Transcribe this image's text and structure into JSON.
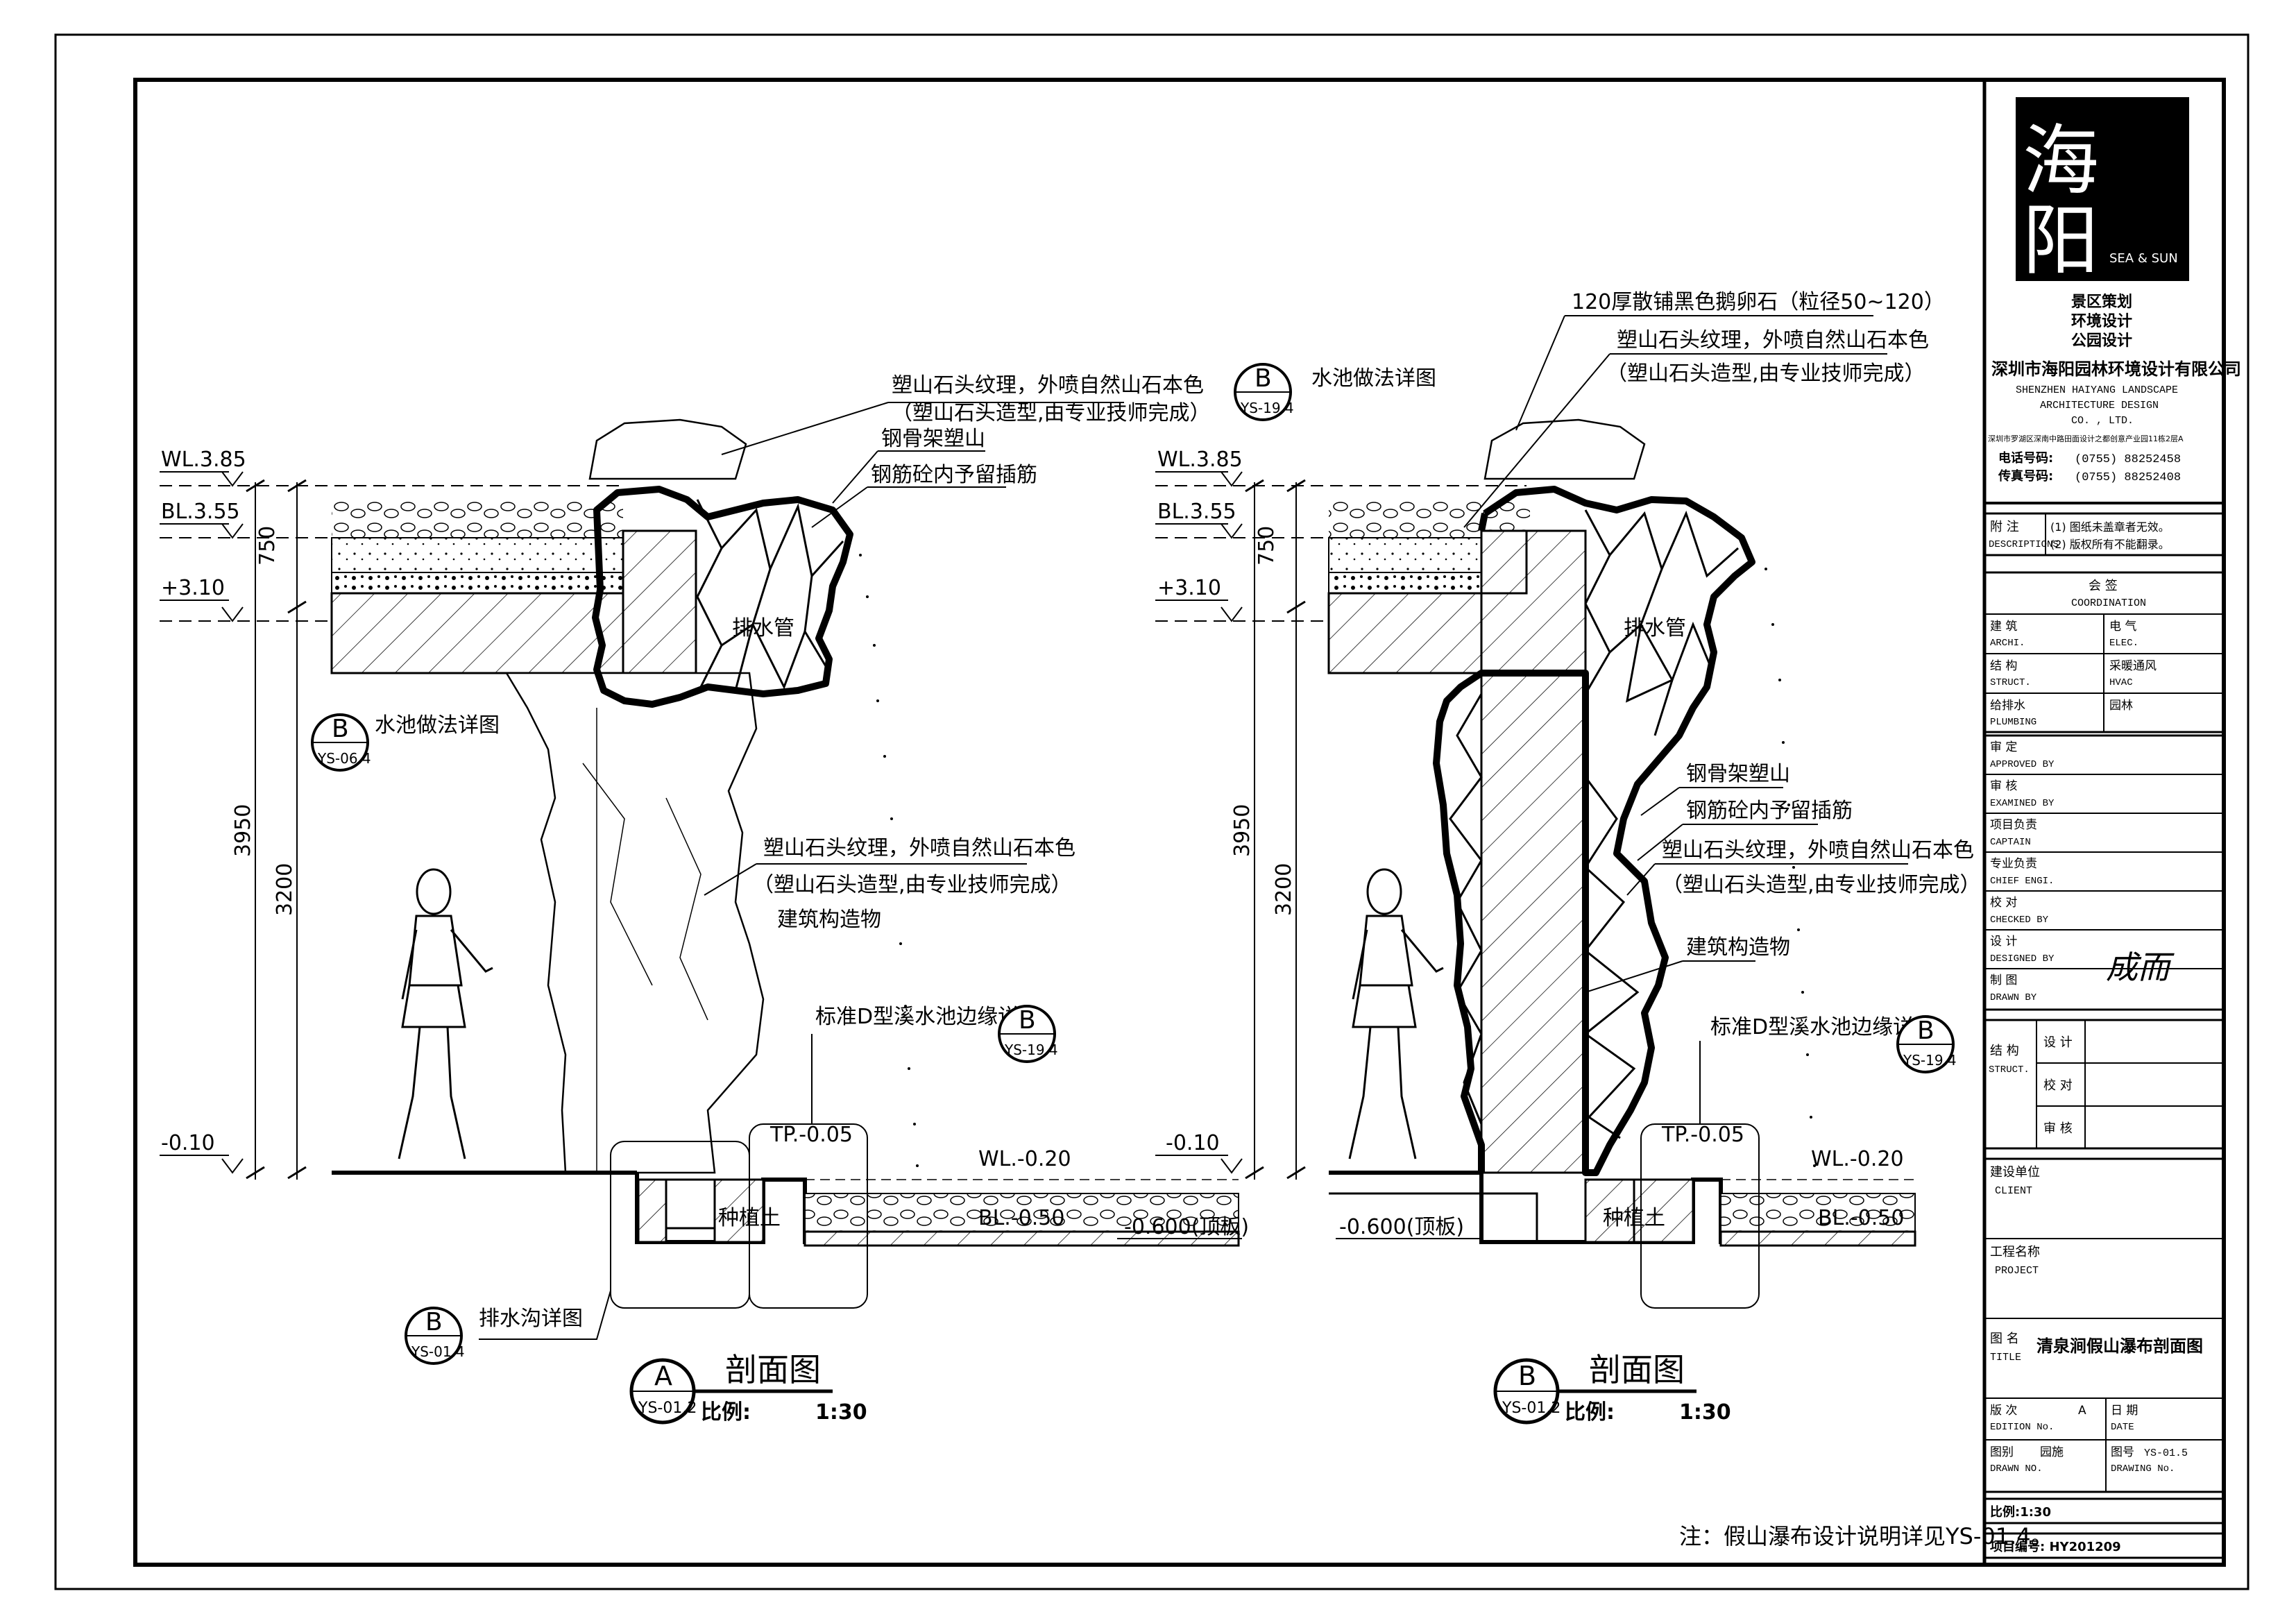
{
  "notes": {
    "footnote": "注：假山瀑布设计说明详见YS-01.4。"
  },
  "section_a": {
    "title": "剖面图",
    "scale_label": "比例:",
    "scale_value": "1:30",
    "bubble_letter": "A",
    "bubble_ref": "YS-01.2",
    "levels": {
      "wl_top": "WL.3.85",
      "bl": "BL.3.55",
      "plus": "+3.10",
      "ground": "-0.10"
    },
    "dims": {
      "d750": "750",
      "d3950": "3950",
      "d3200": "3200"
    },
    "callouts": {
      "c1a": "塑山石头纹理，外喷自然山石本色",
      "c1b": "（塑山石头造型,由专业技师完成）",
      "c2": "钢骨架塑山",
      "c3": "钢筋砼内予留插筋",
      "drain_pipe": "排水管",
      "c4a": "塑山石头纹理，外喷自然山石本色",
      "c4b": "（塑山石头造型,由专业技师完成）",
      "c5": "建筑构造物",
      "pool_edge": "标准D型溪水池边缘详图",
      "pool_detail": "水池做法详图",
      "drain_ditch": "排水沟详图",
      "planting": "种植土",
      "tp": "TP.-0.05",
      "wl_low": "WL.-0.20",
      "bl_low": "BL.-0.50",
      "roof": "-0.600(顶板)"
    },
    "refs": {
      "pool_detail": {
        "letter": "B",
        "ref": "YS-06.4"
      },
      "pool_edge": {
        "letter": "B",
        "ref": "YS-19.4"
      },
      "drain_ditch": {
        "letter": "B",
        "ref": "YS-01.4"
      }
    }
  },
  "section_b": {
    "title": "剖面图",
    "scale_label": "比例:",
    "scale_value": "1:30",
    "bubble_letter": "B",
    "bubble_ref": "YS-01.2",
    "levels": {
      "wl_top": "WL.3.85",
      "bl": "BL.3.55",
      "plus": "+3.10",
      "ground": "-0.10"
    },
    "dims": {
      "d750": "750",
      "d3950": "3950",
      "d3200": "3200"
    },
    "callouts": {
      "pebble": "120厚散铺黑色鹅卵石（粒径50~120）",
      "c1a": "塑山石头纹理，外喷自然山石本色",
      "c1b": "（塑山石头造型,由专业技师完成）",
      "drain_pipe": "排水管",
      "c2": "钢骨架塑山",
      "c3": "钢筋砼内予留插筋",
      "c4a": "塑山石头纹理，外喷自然山石本色",
      "c4b": "（塑山石头造型,由专业技师完成）",
      "c5": "建筑构造物",
      "pool_edge": "标准D型溪水池边缘详图",
      "pool_detail": "水池做法详图",
      "planting": "种植土",
      "tp": "TP.-0.05",
      "wl_low": "WL.-0.20",
      "bl_low": "BL.-0.50",
      "roof": "-0.600(顶板)"
    },
    "refs": {
      "pool_detail": {
        "letter": "B",
        "ref": "YS-19.4"
      },
      "pool_edge": {
        "letter": "B",
        "ref": "YS-19.4"
      }
    }
  },
  "title_block": {
    "logo_char1": "海",
    "logo_char2": "阳",
    "logo_brand": "SEA & SUN",
    "services": [
      "景区策划",
      "环境设计",
      "公园设计"
    ],
    "company_cn": "深圳市海阳园林环境设计有限公司",
    "company_en1": "SHENZHEN  HAIYANG  LANDSCAPE",
    "company_en2": "ARCHITECTURE  DESIGN",
    "company_en3": "CO. ,  LTD.",
    "address": "深圳市罗湖区深南中路田面设计之都创意产业园11栋2层A",
    "tel_label": "电话号码:",
    "tel": "(0755) 88252458",
    "fax_label": "传真号码:",
    "fax": "(0755) 88252408",
    "desc_cn": "附 注",
    "desc_en": "DESCRIPTIONS",
    "desc_note1": "(1) 图纸未盖章者无效。",
    "desc_note2": "(2) 版权所有不能翻录。",
    "coord_cn": "会 签",
    "coord_en": "COORDINATION",
    "coord_cells": [
      [
        "建 筑",
        "ARCHI.",
        "电 气",
        "ELEC."
      ],
      [
        "结 构",
        "STRUCT.",
        "采暖通风",
        "HVAC"
      ],
      [
        "给排水",
        "PLUMBING",
        "园林",
        ""
      ]
    ],
    "approvals": [
      [
        "审 定",
        "APPROVED  BY"
      ],
      [
        "审 核",
        "EXAMINED  BY"
      ],
      [
        "项目负责",
        "CAPTAIN"
      ],
      [
        "专业负责",
        "CHIEF  ENGI."
      ],
      [
        "校 对",
        "CHECKED  BY"
      ],
      [
        "设 计",
        "DESIGNED  BY"
      ],
      [
        "制 图",
        "DRAWN  BY"
      ]
    ],
    "signature": "成而",
    "struct_cn": "结 构",
    "struct_en": "STRUCT.",
    "struct_rows": [
      "设 计",
      "校 对",
      "审 核"
    ],
    "client_cn": "建设单位",
    "client_en": "CLIENT",
    "project_cn": "工程名称",
    "project_en": "PROJECT",
    "title_cn": "图 名",
    "title_en": "TITLE",
    "title_value": "清泉涧假山瀑布剖面图",
    "edition_cn": "版 次",
    "edition_en": "EDITION No.",
    "edition_value": "A",
    "date_cn": "日 期",
    "date_en": "DATE",
    "drawn_cn": "图别",
    "drawn_value": "园施",
    "drawn_en": "DRAWN NO.",
    "drawing_no_cn": "图号",
    "drawing_no_value": "YS-01.5",
    "drawing_no_en": "DRAWING No.",
    "scale": "比例:1:30",
    "project_no": "项目编号: HY201209"
  }
}
